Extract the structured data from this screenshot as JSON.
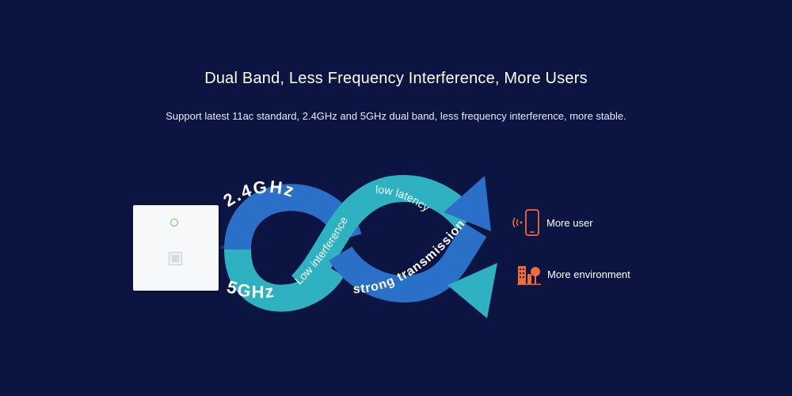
{
  "headline": "Dual Band, Less Frequency Interference, More Users",
  "subline": "Support latest 11ac standard, 2.4GHz and 5GHz dual band, less frequency interference, more stable.",
  "loop": {
    "band_24": "2.4GHz",
    "band_5": "5GHz",
    "low_interference": "Low interference",
    "low_latency": "low latency",
    "strong_transmission": "strong transmission"
  },
  "features": {
    "more_user": "More user",
    "more_environment": "More environment"
  },
  "colors": {
    "background": "#0c1542",
    "band_blue": "#2b70c8",
    "band_teal": "#2eb2c2",
    "icon_orange": "#f06a3a"
  }
}
